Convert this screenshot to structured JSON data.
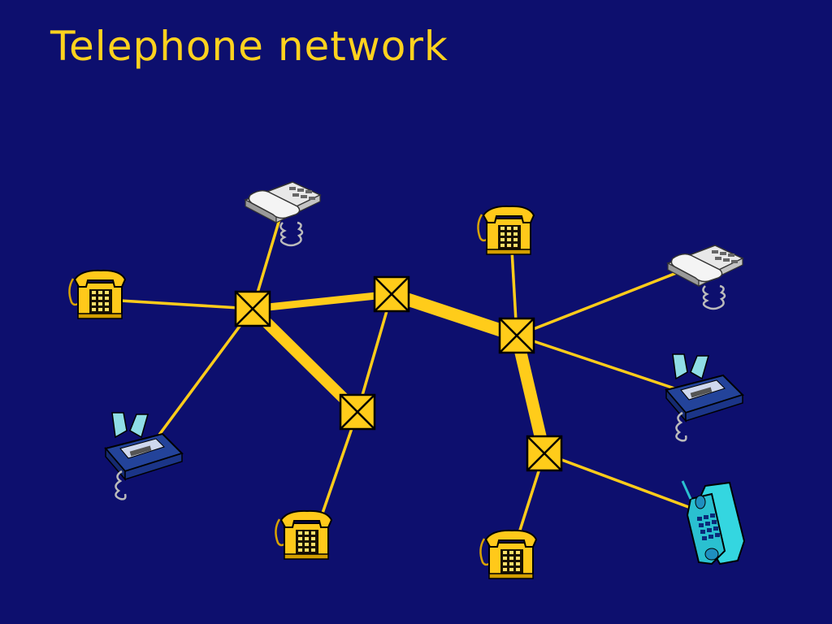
{
  "slide": {
    "title": "Telephone network"
  },
  "colors": {
    "background": "#0d0f6e",
    "accent": "#ffd21e",
    "switch_fill": "#ffcc1a",
    "gray_phone": "#e6e6e6",
    "fax": "#8fdde6",
    "cordless": "#34d6e0"
  },
  "network": {
    "switches": 5,
    "trunk_links": 4,
    "access_links": 9,
    "devices": [
      "desk-phone",
      "desk-phone",
      "desk-phone",
      "desk-phone",
      "gray-keypad-phone",
      "gray-keypad-phone",
      "fax-machine",
      "fax-machine",
      "cordless-phone"
    ]
  }
}
